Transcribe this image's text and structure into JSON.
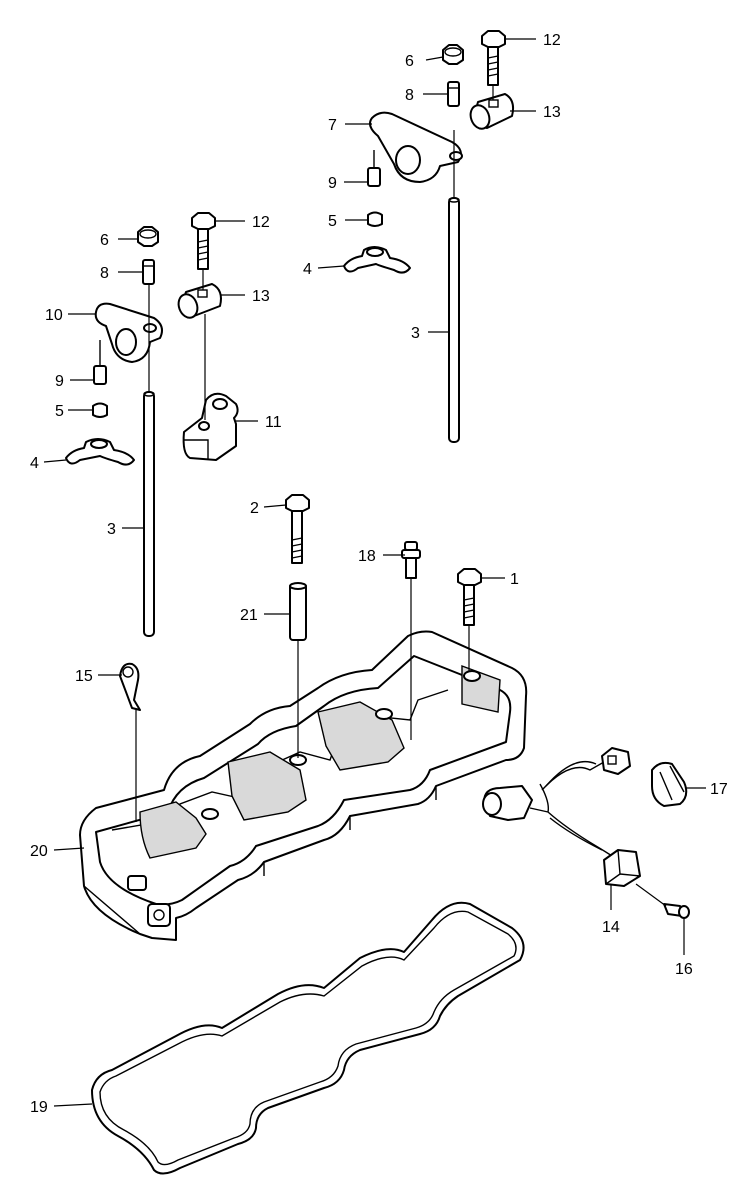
{
  "callouts": {
    "c1": "1",
    "c2": "2",
    "c3_left": "3",
    "c3_right": "3",
    "c4_left": "4",
    "c4_right": "4",
    "c5_left": "5",
    "c5_right": "5",
    "c6_left": "6",
    "c6_right": "6",
    "c7": "7",
    "c8_left": "8",
    "c8_right": "8",
    "c9_left": "9",
    "c9_right": "9",
    "c10": "10",
    "c11": "11",
    "c12_left": "12",
    "c12_right": "12",
    "c13_left": "13",
    "c13_right": "13",
    "c14": "14",
    "c15": "15",
    "c16": "16",
    "c17": "17",
    "c18": "18",
    "c19": "19",
    "c20": "20",
    "c21": "21"
  }
}
